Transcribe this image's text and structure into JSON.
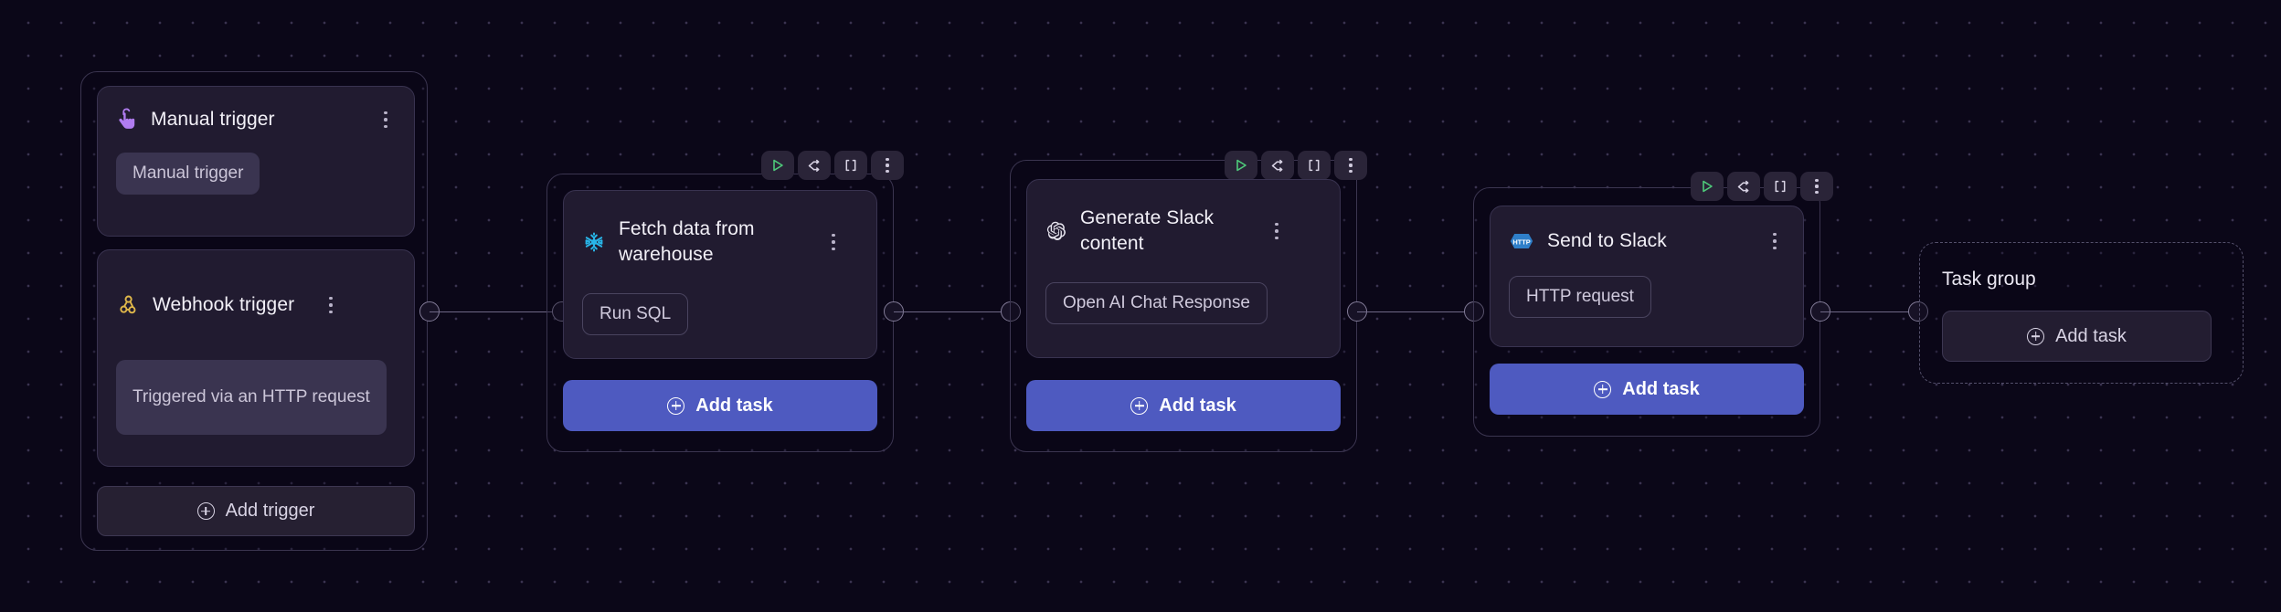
{
  "canvas": {
    "background": "#0b0718",
    "grid_color": "#3a3350",
    "accent": "#4e5ac0"
  },
  "trigger_group": {
    "name": "trigger-group",
    "triggers": [
      {
        "icon": "pointing-hand-icon",
        "icon_color": "#b07cf0",
        "title": "Manual trigger",
        "pill": "Manual trigger",
        "menu": "more-options"
      },
      {
        "icon": "webhook-icon",
        "icon_color": "#e0b84a",
        "title": "Webhook trigger",
        "pill": "Triggered via an HTTP request",
        "menu": "more-options"
      }
    ],
    "add_button": "Add trigger"
  },
  "task_groups": [
    {
      "icon": "snowflake-icon",
      "icon_color": "#29b5e8",
      "title": "Fetch data from warehouse",
      "pill": "Run SQL",
      "add_button": "Add task",
      "toolbar": [
        "run-icon",
        "branch-icon",
        "brackets-icon",
        "more-options-icon"
      ]
    },
    {
      "icon": "openai-icon",
      "icon_color": "#e8e6f0",
      "title": "Generate Slack content",
      "pill": "Open AI Chat Response",
      "add_button": "Add task",
      "toolbar": [
        "run-icon",
        "branch-icon",
        "brackets-icon",
        "more-options-icon"
      ]
    },
    {
      "icon": "http-badge-icon",
      "icon_color": "#2f7fc9",
      "title": "Send to Slack",
      "pill": "HTTP request",
      "add_button": "Add task",
      "toolbar": [
        "run-icon",
        "branch-icon",
        "brackets-icon",
        "more-options-icon"
      ]
    }
  ],
  "empty_group": {
    "title": "Task group",
    "add_button": "Add task"
  }
}
